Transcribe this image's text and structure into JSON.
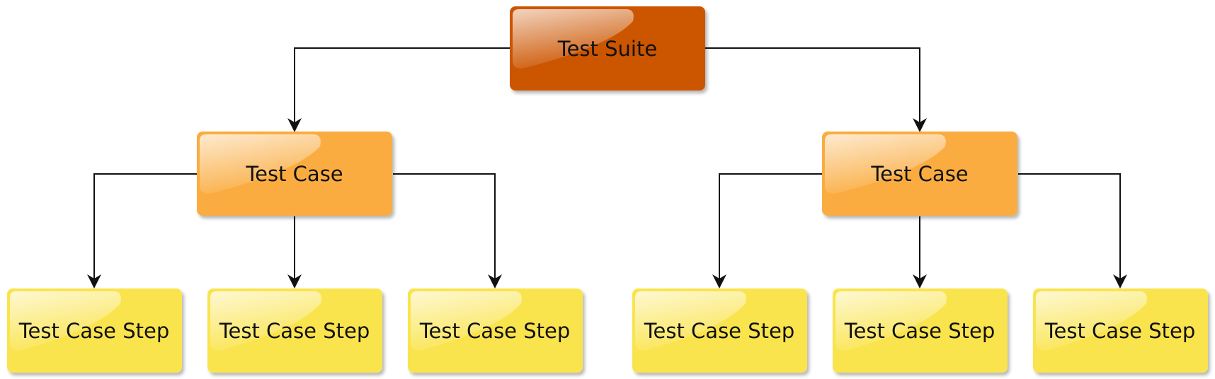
{
  "diagram": {
    "type": "tree",
    "root": {
      "label": "Test Suite",
      "color": "#CC5500",
      "children": [
        {
          "label": "Test Case",
          "color": "#FAAC40",
          "children": [
            {
              "label": "Test Case Step",
              "color": "#FAE44E"
            },
            {
              "label": "Test Case Step",
              "color": "#FAE44E"
            },
            {
              "label": "Test Case Step",
              "color": "#FAE44E"
            }
          ]
        },
        {
          "label": "Test Case",
          "color": "#FAAC40",
          "children": [
            {
              "label": "Test Case Step",
              "color": "#FAE44E"
            },
            {
              "label": "Test Case Step",
              "color": "#FAE44E"
            },
            {
              "label": "Test Case Step",
              "color": "#FAE44E"
            }
          ]
        }
      ]
    }
  }
}
